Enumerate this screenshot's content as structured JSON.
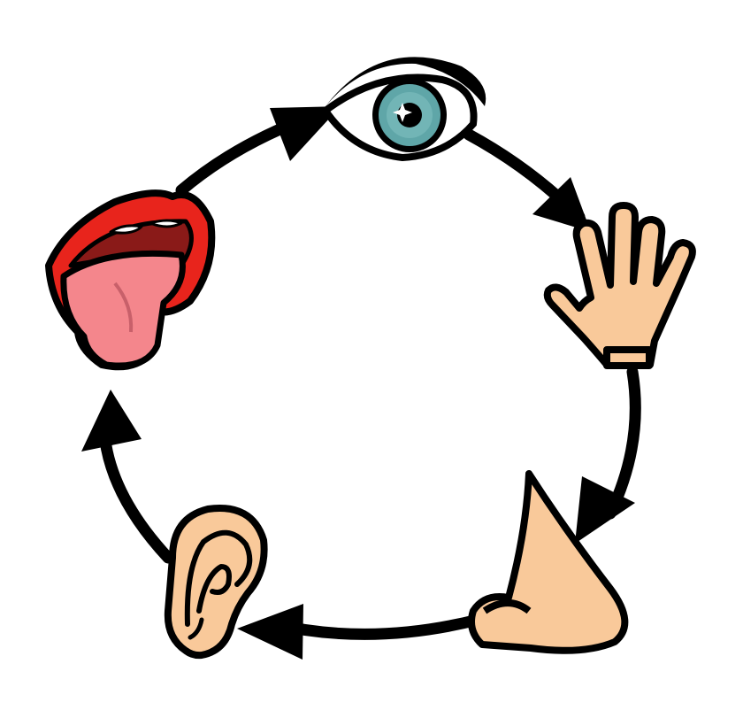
{
  "diagram": {
    "type": "cycle",
    "direction": "clockwise",
    "nodes": [
      {
        "id": "eye",
        "icon": "eye-icon",
        "colors": {
          "iris": "#5fa6a8",
          "outline": "#000000"
        }
      },
      {
        "id": "hand",
        "icon": "hand-icon",
        "colors": {
          "skin": "#f9c99a"
        }
      },
      {
        "id": "nose",
        "icon": "nose-icon",
        "colors": {
          "skin": "#f9c99a"
        }
      },
      {
        "id": "ear",
        "icon": "ear-icon",
        "colors": {
          "skin": "#f9c99a"
        }
      },
      {
        "id": "mouth",
        "icon": "mouth-icon",
        "colors": {
          "lips": "#e8241c",
          "tongue": "#f4868c",
          "inner": "#8a1a18"
        }
      }
    ],
    "edges": [
      {
        "from": "mouth",
        "to": "eye"
      },
      {
        "from": "eye",
        "to": "hand"
      },
      {
        "from": "hand",
        "to": "nose"
      },
      {
        "from": "nose",
        "to": "ear"
      },
      {
        "from": "ear",
        "to": "mouth"
      }
    ],
    "arrow_color": "#000000",
    "background": "#ffffff"
  }
}
